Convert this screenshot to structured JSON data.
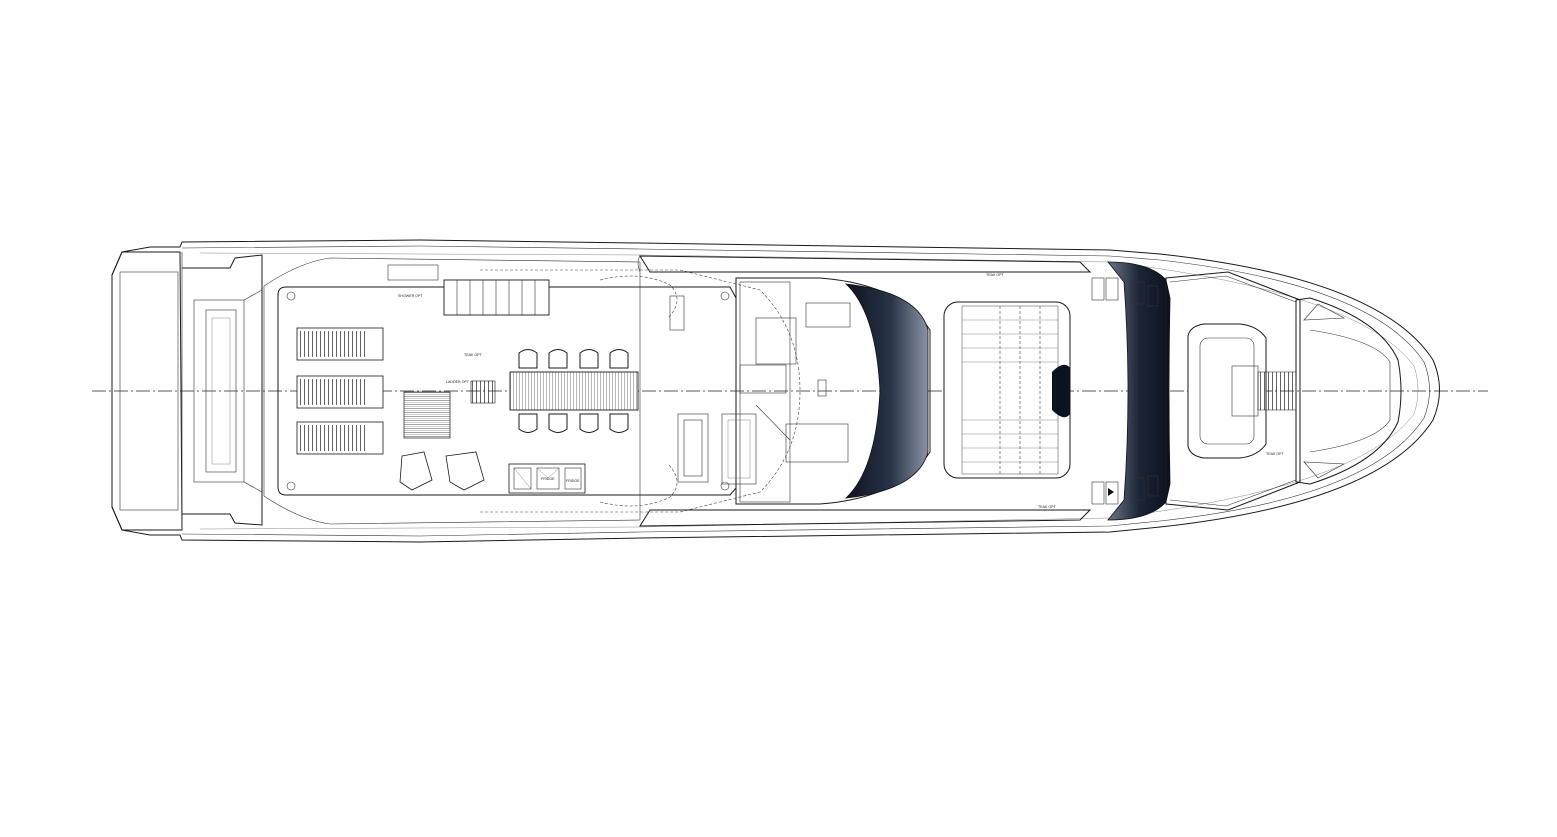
{
  "drawing": {
    "labels": {
      "label_a": "TEAK OPT",
      "label_b": "LADDER OPT",
      "label_c": "FRIDGE",
      "label_d": "TEAK OPT",
      "label_e": "TEAK OPT",
      "label_f": "TEAK OPT",
      "label_g": "SHOWER OPT",
      "label_h": "FRIDGE"
    },
    "colors": {
      "line": "#1a1a1a",
      "windshield_dark": "#0b1220",
      "windshield_light": "#7a8597",
      "background": "#ffffff"
    }
  }
}
